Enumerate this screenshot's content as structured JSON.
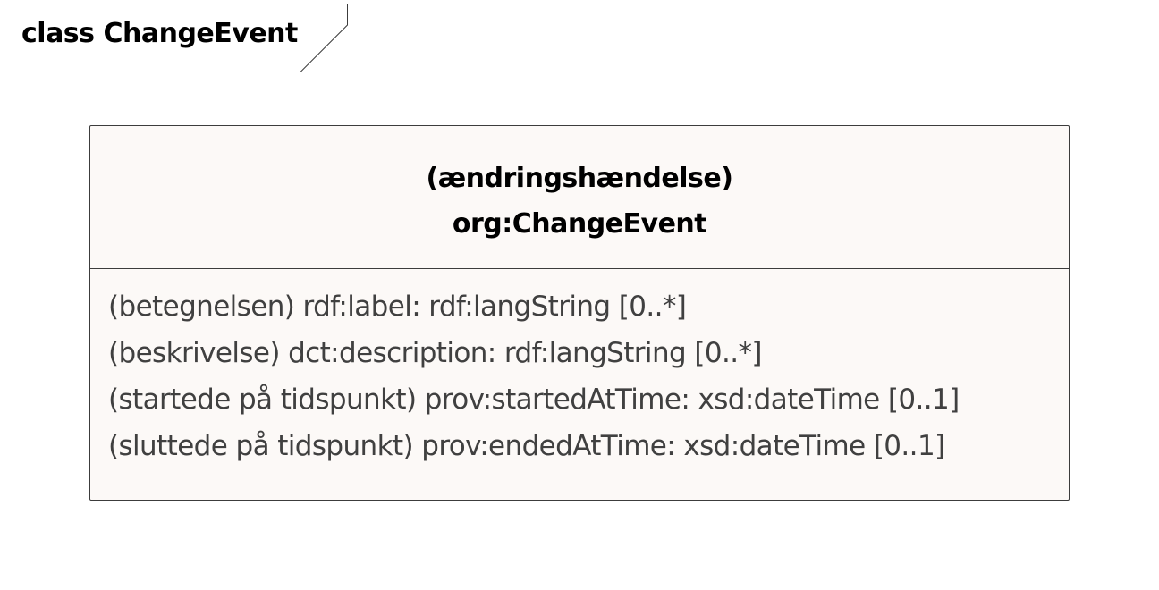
{
  "diagram": {
    "frame_title": "class ChangeEvent",
    "class": {
      "label_dk": "(ændringshændelse)",
      "name": "org:ChangeEvent",
      "attributes": [
        "(betegnelsen) rdf:label: rdf:langString [0..*]",
        "(beskrivelse) dct:description: rdf:langString [0..*]",
        "(startede på tidspunkt) prov:startedAtTime: xsd:dateTime [0..1]",
        "(sluttede på tidspunkt) prov:endedAtTime: xsd:dateTime [0..1]"
      ]
    }
  }
}
